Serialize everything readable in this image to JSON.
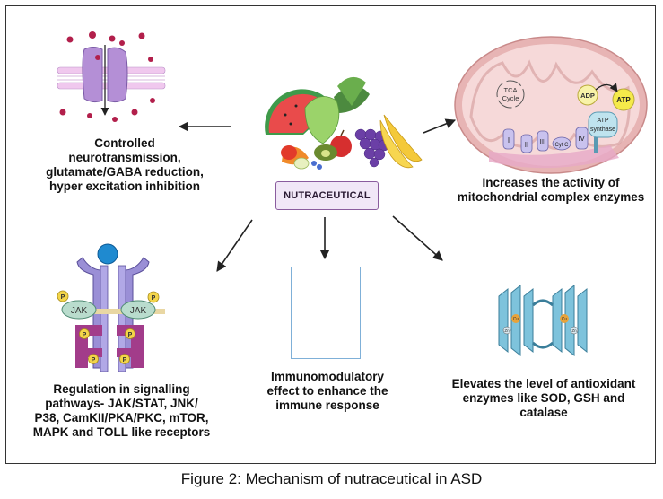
{
  "center_label": "NUTRACEUTICAL",
  "caption": "Figure 2: Mechanism of nutraceutical in ASD",
  "labels": {
    "neuro": [
      "Controlled",
      "neurotransmission,",
      "glutamate/GABA reduction,",
      "hyper excitation inhibition"
    ],
    "mito": [
      "Increases the activity of",
      "mitochondrial complex enzymes"
    ],
    "signal": [
      "Regulation in signalling",
      "pathways- JAK/STAT, JNK/",
      "P38, CamKII/PKA/PKC, mTOR,",
      "MAPK and TOLL like receptors"
    ],
    "immune": [
      "Immunomodulatory",
      "effect to enhance the",
      "immune response"
    ],
    "antiox": [
      "Elevates the level of antioxidant",
      "enzymes like SOD, GSH and",
      "catalase"
    ]
  },
  "mito_diagram": {
    "tca": [
      "TCA",
      "Cycle"
    ],
    "adp": "ADP",
    "atp": "ATP",
    "atp_synthase": [
      "ATP",
      "synthase"
    ],
    "complexes": [
      "I",
      "II",
      "III",
      "IV"
    ],
    "cyt_c": "Cyt C"
  },
  "jak_diagram": {
    "jak": "JAK",
    "p": "P"
  },
  "enzyme_diagram": {
    "cu": "Cu",
    "zn": "Zn"
  },
  "colors": {
    "arrow": "#222222",
    "mito_outer": "#e7b4b4",
    "mito_inner": "#f6d9d9",
    "membrane": "#b98fc8",
    "receptor": "#9a8fd6",
    "jak": "#b9dccd",
    "kinase": "#a23c8a",
    "p_badge": "#f3d54a",
    "enzyme": "#7ec3dc"
  }
}
